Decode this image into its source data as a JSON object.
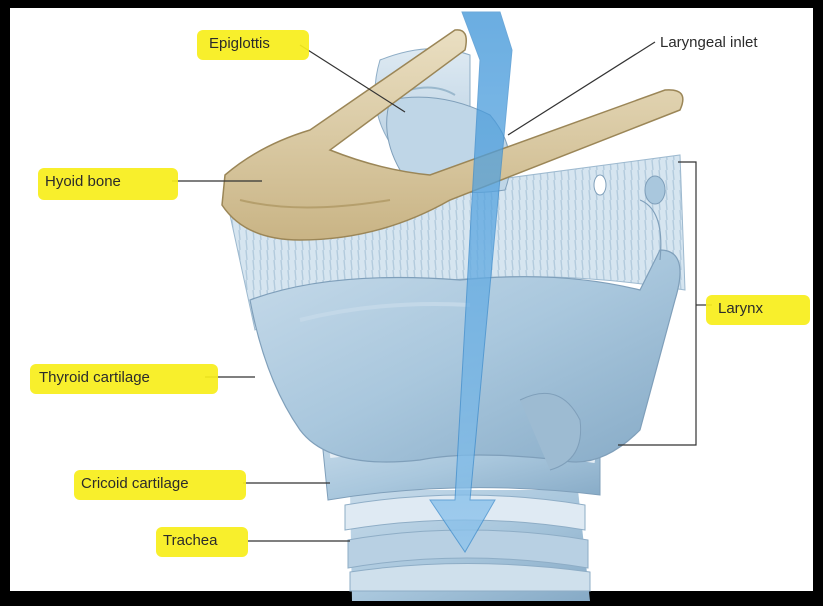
{
  "labels": {
    "epiglottis": "Epiglottis",
    "laryngeal_inlet": "Laryngeal inlet",
    "hyoid_bone": "Hyoid bone",
    "larynx": "Larynx",
    "thyroid_cartilage": "Thyroid cartilage",
    "cricoid_cartilage": "Cricoid cartilage",
    "trachea": "Trachea"
  },
  "colors": {
    "highlight": "#f7ee1a",
    "bone": "#d9c8a0",
    "cartilage": "#a9c7dd",
    "airflow_arrow": "#4a9fdc",
    "leader_line": "#333333",
    "background": "#ffffff",
    "border": "#000000"
  }
}
